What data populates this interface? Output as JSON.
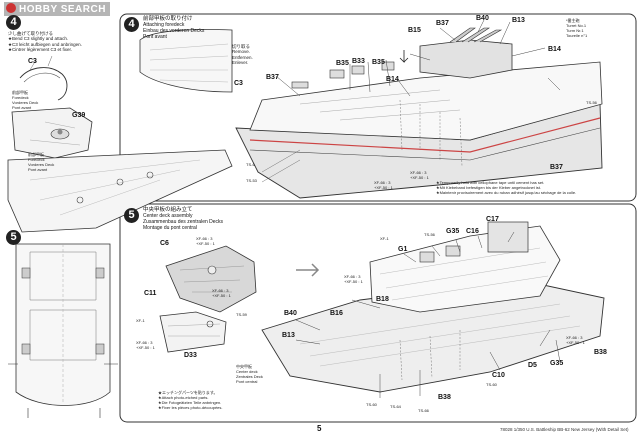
{
  "watermark": "HOBBY SEARCH",
  "step4": {
    "number": "4",
    "title_jp": "前部甲板の取り付け",
    "title_en": "Attaching foredeck",
    "title_de": "Einbau des vorderen Decks",
    "title_fr": "Pont avant",
    "remove_notes": [
      "切り取る",
      "Remove.",
      "Entfernen.",
      "Enlever."
    ],
    "parts": {
      "b37_top": "B37",
      "b40": "B40",
      "b13": "B13",
      "b15": "B15",
      "b14": "B14",
      "b37_left": "B37",
      "c3": "C3",
      "b35a": "B35",
      "b33": "B33",
      "b35b": "B35",
      "b14b": "B14",
      "b37_bottom": "B37",
      "ts56": "TS-56",
      "ts6": "TS-6",
      "ts53": "TS-53"
    },
    "marker_notes": [
      "*番主砲",
      "Turret No.1",
      "Turm Nr.1",
      "Tourelle n°1"
    ],
    "screw": [
      "XF-66 : 3",
      "+XF-50 : 1"
    ],
    "screw2": [
      "XF-66 : 3",
      "+XF-50 : 1"
    ],
    "notes": [
      "★Temporarily hold with cellophane tape until cement has set.",
      "★Mit Klebeband befestigen bis der Kleber angetrocknet ist.",
      "★Maintenir provisoirement avec du ruban adhésif jusqu'au séchage de la colle."
    ]
  },
  "side4": {
    "notes": [
      "少し曲げて取り付ける",
      "★Bend C3 slightly and attach.",
      "★C3 leicht aufbiegen und anbringen.",
      "★Cintrer légèrement C3 et fixer."
    ],
    "c3": "C3",
    "foredeck_label": [
      "前部甲板",
      "Foredeck",
      "Vorderes Deck",
      "Pont avant"
    ],
    "g39": "G39",
    "foredeck_label2": [
      "前部甲板",
      "Foredeck",
      "Vorderes Deck",
      "Pont avant"
    ]
  },
  "step5": {
    "number": "5",
    "title_jp": "中央甲板の組み立て",
    "title_en": "Center deck assembly",
    "title_de": "Zusammenbau des zentralen Decks",
    "title_fr": "Montage du pont central",
    "parts": {
      "c6": "C6",
      "c11": "C11",
      "d33": "D33",
      "b40": "B40",
      "b13": "B13",
      "b16": "B16",
      "b18": "B18",
      "g1": "G1",
      "ts56": "TS-56",
      "g35": "G35",
      "c16": "C16",
      "c17": "C17",
      "b38": "B38",
      "d5": "D5",
      "g35b": "G35",
      "c10": "C10",
      "b38b": "B38",
      "ts60": "TS-60",
      "ts64": "TS-64",
      "ts60b": "TS-60",
      "ts66": "TS-66",
      "xf1": "XF-1",
      "xf1b": "XF-1",
      "ts59": "TS-59"
    },
    "paint1": [
      "XF-66 : 3",
      "+XF-50 : 1"
    ],
    "paint2": [
      "XF-66 : 3",
      "+XF-50 : 1"
    ],
    "paint3": [
      "XF-66 : 3",
      "+XF-50 : 1"
    ],
    "paint4": [
      "XF-66 : 3",
      "+XF-50 : 1"
    ],
    "center_label": [
      "中央甲板",
      "Center deck",
      "Zentrales Deck",
      "Pont central"
    ],
    "notes": [
      "★エッチングパーツを貼ります。",
      "★Attach photo-etched parts.",
      "★Die Fotogeätzten Teile anbringen.",
      "★Fixer les pièces photo-découpées."
    ]
  },
  "footer": {
    "page": "5",
    "code": "78028 1/350 U.S. Battleship BB-62 New Jersey (With Detail Set)"
  }
}
